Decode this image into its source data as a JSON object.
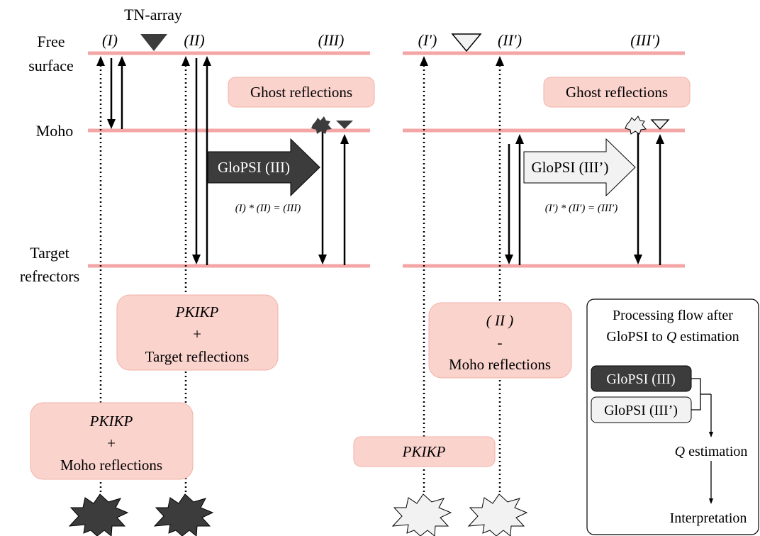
{
  "layers": {
    "free_surface": [
      "Free",
      "surface"
    ],
    "moho": "Moho",
    "target": [
      "Target",
      "refrectors"
    ]
  },
  "array_label": "TN-array",
  "left": {
    "labels": [
      "(I)",
      "(II)",
      "(III)"
    ],
    "ghost": "Ghost reflections",
    "glopsi": "GloPSI (III)",
    "equation": "(I) * (II) = (III)",
    "box1": [
      "PKIKP",
      "+",
      "Target reflections"
    ],
    "box2": [
      "PKIKP",
      "+",
      "Moho reflections"
    ]
  },
  "right": {
    "labels": [
      "(I′)",
      "(II′)",
      "(III′)"
    ],
    "ghost": "Ghost reflections",
    "glopsi": "GloPSI (III’)",
    "equation": "(I′) * (II′) = (III′)",
    "box1": [
      "( II )",
      "-",
      "Moho reflections"
    ],
    "box2": "PKIKP"
  },
  "flow": {
    "title1": "Processing flow after",
    "title2_pre": "GloPSI to ",
    "title2_q": "Q",
    "title2_post": " estimation",
    "step1": "GloPSI (III)",
    "step2": "GloPSI (III’)",
    "step3_q": "Q",
    "step3": " estimation",
    "step4": "Interpretation"
  },
  "colors": {
    "layer_line": "#f4a6a6",
    "box_fill": "#fbd3cd",
    "box_stroke": "#f2b2a8",
    "dark": "#3c3c3c",
    "light": "#f2f2f2"
  }
}
